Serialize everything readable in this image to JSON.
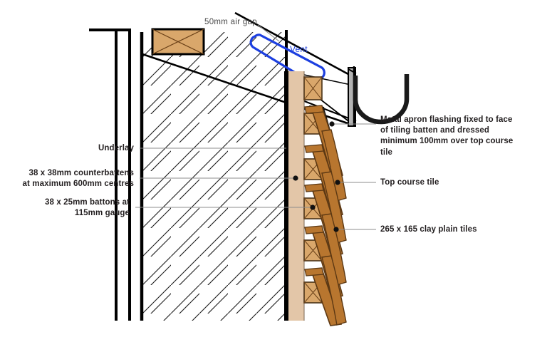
{
  "diagram": {
    "title": "Vertical tile hanging to wall detail with eaves, gutter and apron flashing",
    "type": "architectural-section",
    "background": "#ffffff"
  },
  "colors": {
    "line": "#000000",
    "text": "#231f20",
    "leader": "#808080",
    "vent_blue": "#1c3fe0",
    "counterbatten_fill": "#e3c6a8",
    "batten_fill": "#d9a76b",
    "tile_fill": "#b8762f",
    "tile_edge": "#6b4118",
    "gutter": "#1a1a1a",
    "fascia_fill": "#b3b3b3"
  },
  "labels": {
    "air_gap": {
      "text": "50mm air gap",
      "style": "thin",
      "align": "left"
    },
    "vent": {
      "text": "Vent",
      "style": "vent",
      "align": "left"
    },
    "underlay": {
      "text": "Underlay",
      "style": "bold",
      "align": "right"
    },
    "counterbattens": {
      "text": "38 x 38mm counterbattens\nat maximum 600mm centres",
      "style": "bold",
      "align": "right"
    },
    "battens": {
      "text": "38 x 25mm battons at\n115mm gauge",
      "style": "bold",
      "align": "right"
    },
    "apron_flashing": {
      "text": "Metal apron flashing fixed to face\nof tiling batten and dressed\nminimum 100mm over top course\ntile",
      "style": "bold",
      "align": "left"
    },
    "top_course_tile": {
      "text": "Top course tile",
      "style": "bold",
      "align": "left"
    },
    "clay_tiles": {
      "text": "265 x 165 clay plain tiles",
      "style": "bold",
      "align": "left"
    }
  },
  "components": {
    "wall": {
      "name": "masonry-wall",
      "hatch": "diagonal-double-line"
    },
    "wall_plate": {
      "name": "timber-wall-plate",
      "hatch": "cross"
    },
    "counterbatten_strip": {
      "name": "counterbatten",
      "size": "38 x 38mm"
    },
    "battens": {
      "name": "tiling-batten",
      "size": "38 x 25mm",
      "gauge": "115mm",
      "count": 6
    },
    "tiles": {
      "name": "clay-plain-tile",
      "size": "265 x 165",
      "count": 6
    },
    "gutter": {
      "name": "half-round-gutter"
    },
    "fascia": {
      "name": "fascia-board"
    },
    "apron_flashing": {
      "name": "metal-apron-flashing"
    },
    "vent_annotation": {
      "name": "vent-highlight"
    }
  }
}
